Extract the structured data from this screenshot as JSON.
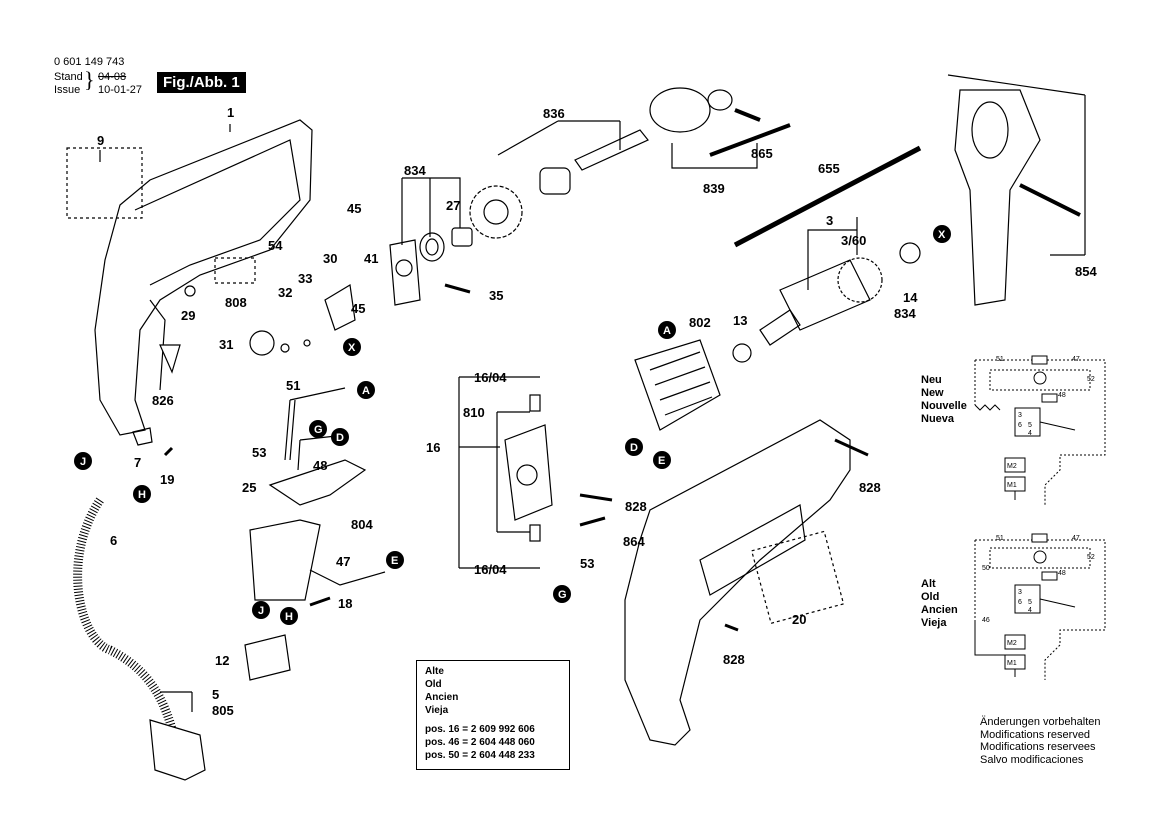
{
  "header": {
    "part_number": "0 601 149 743",
    "stand_label": "Stand",
    "issue_label": "Issue",
    "old_date": "04-08",
    "new_date": "10-01-27",
    "figure_label": "Fig./Abb. 1"
  },
  "labels": [
    "1",
    "9",
    "54",
    "808",
    "30",
    "33",
    "32",
    "29",
    "31",
    "41",
    "45",
    "35",
    "836",
    "834",
    "27",
    "839",
    "865",
    "655",
    "3",
    "3/60",
    "14",
    "854",
    "802",
    "13",
    "16/04",
    "810",
    "16",
    "828",
    "864",
    "53",
    "51",
    "48",
    "25",
    "804",
    "47",
    "18",
    "12",
    "6",
    "5",
    "805",
    "7",
    "19",
    "826",
    "20"
  ],
  "callouts": [
    "A",
    "X",
    "D",
    "E",
    "G",
    "J",
    "H"
  ],
  "legend": {
    "lines": [
      "Alte",
      "Old",
      "Ancien",
      "Vieja"
    ],
    "positions": [
      "pos. 16 = 2 609 992 606",
      "pos. 46 = 2 604 448 060",
      "pos. 50 = 2 604 448 233"
    ]
  },
  "wiring_new": {
    "languages": [
      "Neu",
      "New",
      "Nouvelle",
      "Nueva"
    ],
    "terminals": [
      "51",
      "47",
      "52",
      "48",
      "3",
      "5",
      "6",
      "4",
      "M2",
      "M1"
    ]
  },
  "wiring_old": {
    "languages": [
      "Alt",
      "Old",
      "Ancien",
      "Vieja"
    ],
    "terminals": [
      "51",
      "47",
      "52",
      "50",
      "48",
      "3",
      "5",
      "6",
      "4",
      "46",
      "M2",
      "M1"
    ]
  },
  "notes": [
    "Änderungen vorbehalten",
    "Modifications reserved",
    "Modifications reservees",
    "Salvo modificaciones"
  ]
}
